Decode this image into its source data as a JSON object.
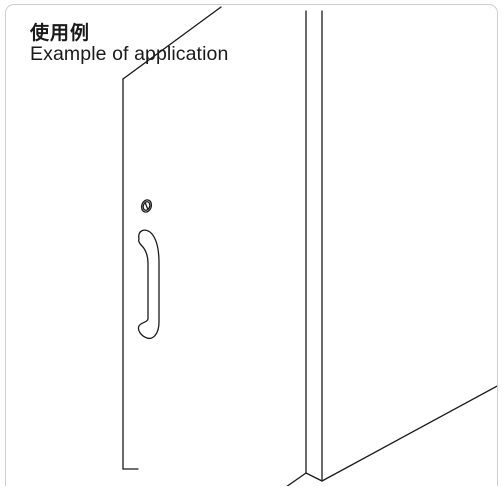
{
  "caption": {
    "japanese": "使用例",
    "english": "Example of application"
  },
  "illustration": {
    "subject": "door with pull handle and lock cylinder",
    "line_color": "#1a1a1a",
    "frame_color": "#cfcfcf"
  }
}
